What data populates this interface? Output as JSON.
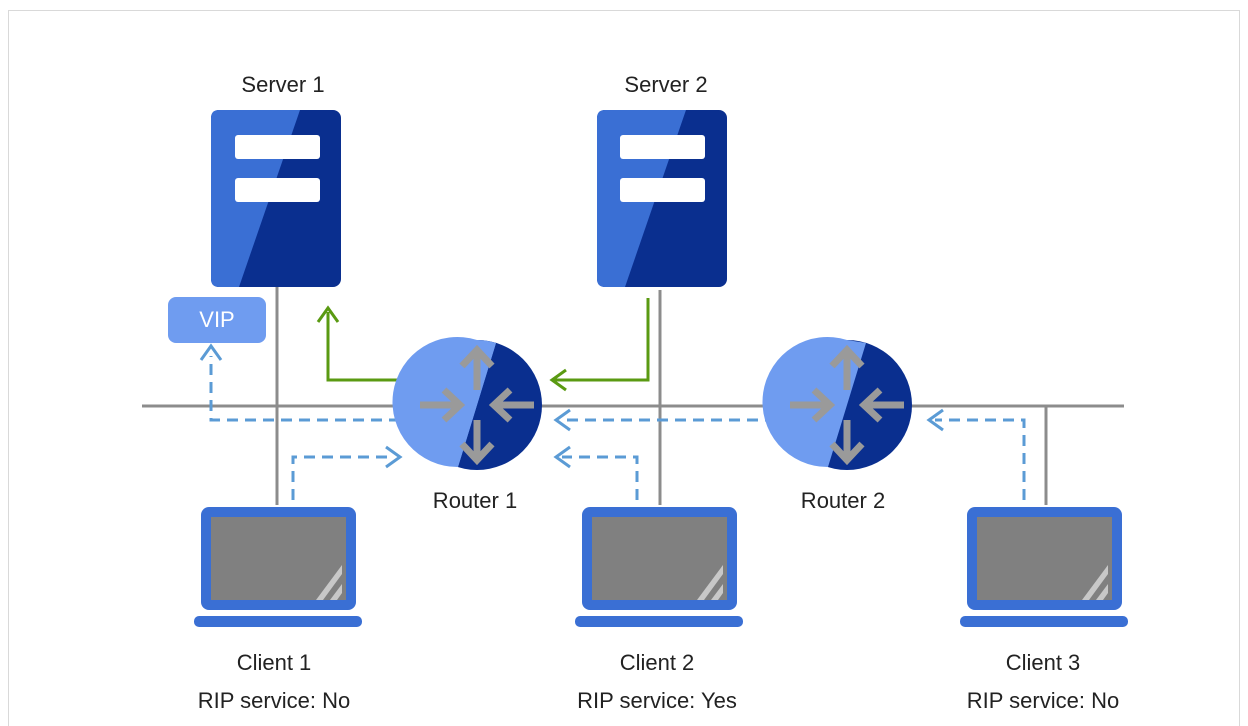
{
  "servers": [
    {
      "label": "Server 1"
    },
    {
      "label": "Server 2"
    }
  ],
  "routers": [
    {
      "label": "Router 1"
    },
    {
      "label": "Router 2"
    }
  ],
  "clients": [
    {
      "label": "Client 1",
      "rip": "RIP service: No"
    },
    {
      "label": "Client 2",
      "rip": "RIP service: Yes"
    },
    {
      "label": "Client 3",
      "rip": "RIP service: No"
    }
  ],
  "vip": {
    "label": "VIP"
  },
  "colors": {
    "server_light": "#3a6fd4",
    "server_dark": "#0a2f8f",
    "laptop_frame": "#3a6fd4",
    "laptop_screen": "#808080",
    "network_line": "#8c8c8c",
    "green_path": "#5a9a12",
    "blue_dashed": "#5b9bd5",
    "vip_fill": "#6f9cf0"
  }
}
